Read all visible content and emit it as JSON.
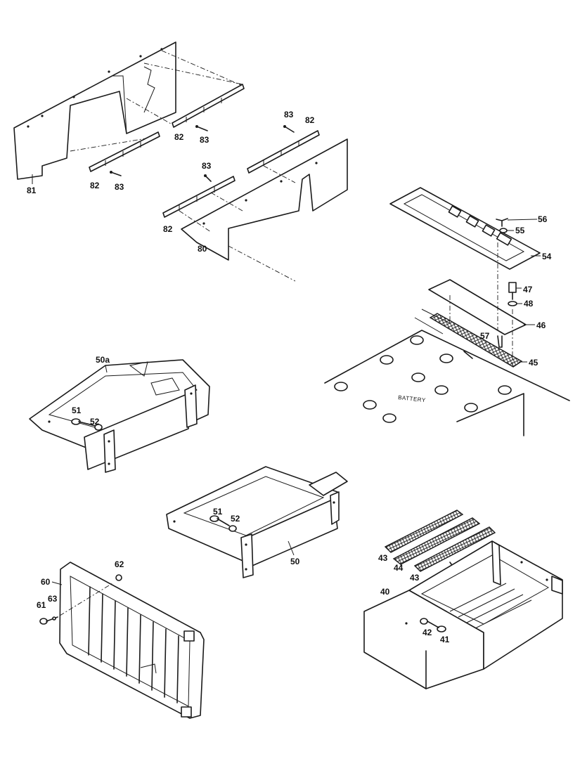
{
  "labels": {
    "p81": "81",
    "p82a": "82",
    "p83a": "83",
    "p82b": "82",
    "p83b": "83",
    "p83c": "83",
    "p82c": "82",
    "p83d": "83",
    "p82d": "82",
    "p80": "80",
    "p56": "56",
    "p55": "55",
    "p54": "54",
    "p47": "47",
    "p48": "48",
    "p46": "46",
    "p57": "57",
    "p45": "45",
    "p50a": "50a",
    "p51a": "51",
    "p52a": "52",
    "p51b": "51",
    "p52b": "52",
    "p50": "50",
    "p62": "62",
    "p60": "60",
    "p63": "63",
    "p61": "61",
    "p43a": "43",
    "p44": "44",
    "p43b": "43",
    "p40": "40",
    "p42": "42",
    "p41": "41"
  },
  "battery_text": "BATTERY"
}
